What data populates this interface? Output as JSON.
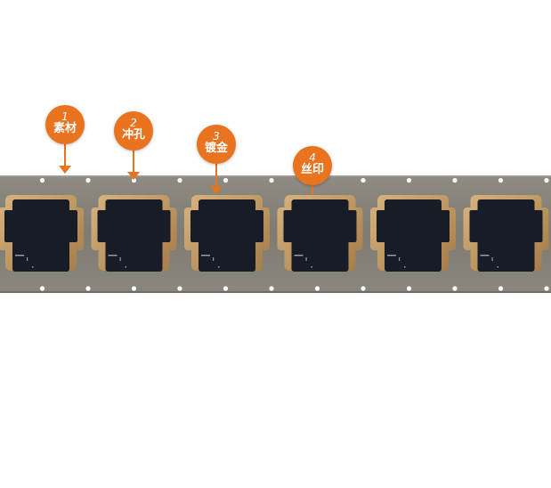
{
  "callouts": [
    {
      "num": "1",
      "label": "素材"
    },
    {
      "num": "2",
      "label": "冲孔"
    },
    {
      "num": "3",
      "label": "镀金"
    },
    {
      "num": "4",
      "label": "丝印"
    }
  ],
  "colors": {
    "callout": "#e9731f",
    "strip": "#86837a",
    "gold_rim": "#c29a63",
    "chip": "#181c26",
    "hole": "#ffffff"
  },
  "module_count": 6
}
